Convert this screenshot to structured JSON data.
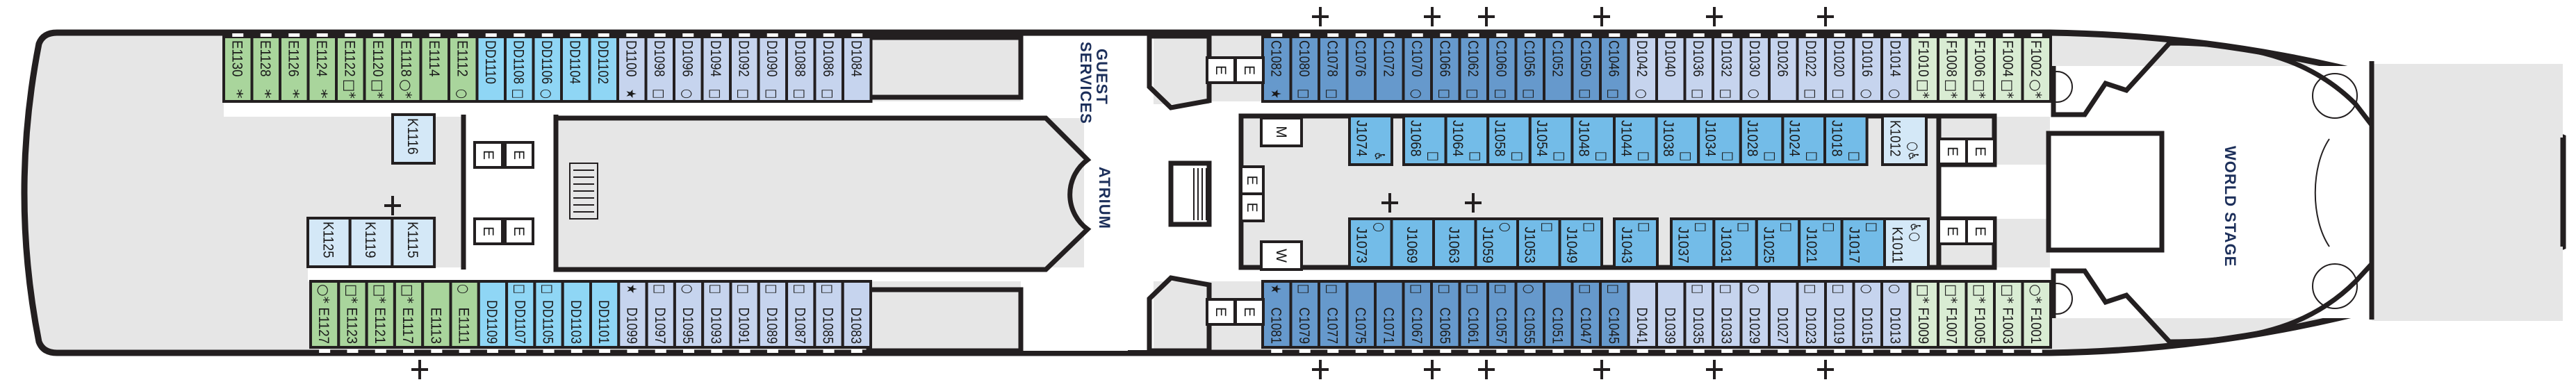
{
  "colors": {
    "E": "#a9d59c",
    "F": "#d9ecd3",
    "DD": "#8fd6f5",
    "D": "#c6d4ee",
    "C": "#6699cc",
    "J": "#73bce8",
    "K": "#d4e8f7",
    "public_area": "#e6e6e6",
    "wall": "#231f20"
  },
  "venues": {
    "guest_services_line1": "GUEST",
    "guest_services_line2": "SERVICES",
    "atrium": "ATRIUM",
    "world_stage": "WORLD STAGE"
  },
  "facility_labels": {
    "elevator": "E",
    "men": "M",
    "women": "W"
  },
  "symbol_glyphs": {
    "square": "□",
    "circle": "○",
    "star": "★",
    "asterisk": "*",
    "accessible": "♿"
  },
  "aft_top": [
    {
      "id": "E1130",
      "sym": "*"
    },
    {
      "id": "E1128",
      "sym": "*"
    },
    {
      "id": "E1126",
      "sym": "*"
    },
    {
      "id": "E1124",
      "sym": "*"
    },
    {
      "id": "E1122",
      "sym": "□*"
    },
    {
      "id": "E1120",
      "sym": "□*"
    },
    {
      "id": "E1118",
      "sym": "○*"
    },
    {
      "id": "E1114",
      "sym": ""
    },
    {
      "id": "E1112",
      "sym": "○"
    },
    {
      "id": "DD1110",
      "sym": ""
    },
    {
      "id": "DD1108",
      "sym": "□"
    },
    {
      "id": "DD1106",
      "sym": "○"
    },
    {
      "id": "DD1104",
      "sym": ""
    },
    {
      "id": "DD1102",
      "sym": ""
    },
    {
      "id": "D1100",
      "sym": "★"
    },
    {
      "id": "D1098",
      "sym": "□"
    },
    {
      "id": "D1096",
      "sym": "○"
    },
    {
      "id": "D1094",
      "sym": "□"
    },
    {
      "id": "D1092",
      "sym": "□"
    },
    {
      "id": "D1090",
      "sym": "□"
    },
    {
      "id": "D1088",
      "sym": "□"
    },
    {
      "id": "D1086",
      "sym": "□"
    },
    {
      "id": "D1084",
      "sym": ""
    }
  ],
  "aft_bottom": [
    {
      "id": "E1127",
      "sym": "○*"
    },
    {
      "id": "E1123",
      "sym": "□*"
    },
    {
      "id": "E1121",
      "sym": "□*"
    },
    {
      "id": "E1117",
      "sym": "□*"
    },
    {
      "id": "E1113",
      "sym": ""
    },
    {
      "id": "E1111",
      "sym": "○"
    },
    {
      "id": "DD1109",
      "sym": ""
    },
    {
      "id": "DD1107",
      "sym": "□"
    },
    {
      "id": "DD1105",
      "sym": "□"
    },
    {
      "id": "DD1103",
      "sym": ""
    },
    {
      "id": "DD1101",
      "sym": ""
    },
    {
      "id": "D1099",
      "sym": "★"
    },
    {
      "id": "D1097",
      "sym": "□"
    },
    {
      "id": "D1095",
      "sym": "○"
    },
    {
      "id": "D1093",
      "sym": "□"
    },
    {
      "id": "D1091",
      "sym": "□"
    },
    {
      "id": "D1089",
      "sym": "□"
    },
    {
      "id": "D1087",
      "sym": "□"
    },
    {
      "id": "D1085",
      "sym": "□"
    },
    {
      "id": "D1083",
      "sym": ""
    }
  ],
  "aft_inner_top": [
    {
      "id": "K1116",
      "sym": ""
    }
  ],
  "aft_inner_bottom": [
    {
      "id": "K1125",
      "sym": ""
    },
    {
      "id": "K1119",
      "sym": ""
    },
    {
      "id": "K1115",
      "sym": ""
    }
  ],
  "fwd_top": [
    {
      "id": "C1082",
      "sym": "★"
    },
    {
      "id": "C1080",
      "sym": "□"
    },
    {
      "id": "C1078",
      "sym": "□"
    },
    {
      "id": "C1076",
      "sym": ""
    },
    {
      "id": "C1072",
      "sym": ""
    },
    {
      "id": "C1070",
      "sym": "○"
    },
    {
      "id": "C1066",
      "sym": "□"
    },
    {
      "id": "C1062",
      "sym": "□"
    },
    {
      "id": "C1060",
      "sym": "□"
    },
    {
      "id": "C1056",
      "sym": "□"
    },
    {
      "id": "C1052",
      "sym": ""
    },
    {
      "id": "C1050",
      "sym": "□"
    },
    {
      "id": "C1046",
      "sym": "□"
    },
    {
      "id": "D1042",
      "sym": "○"
    },
    {
      "id": "D1040",
      "sym": ""
    },
    {
      "id": "D1036",
      "sym": "□"
    },
    {
      "id": "D1032",
      "sym": "□"
    },
    {
      "id": "D1030",
      "sym": "○"
    },
    {
      "id": "D1026",
      "sym": ""
    },
    {
      "id": "D1022",
      "sym": "□"
    },
    {
      "id": "D1020",
      "sym": "□"
    },
    {
      "id": "D1016",
      "sym": "○"
    },
    {
      "id": "D1014",
      "sym": "○"
    },
    {
      "id": "F1010",
      "sym": "□*"
    },
    {
      "id": "F1008",
      "sym": "□*"
    },
    {
      "id": "F1006",
      "sym": "□*"
    },
    {
      "id": "F1004",
      "sym": "□*"
    },
    {
      "id": "F1002",
      "sym": "○*"
    }
  ],
  "fwd_bottom": [
    {
      "id": "C1081",
      "sym": "★"
    },
    {
      "id": "C1079",
      "sym": "□"
    },
    {
      "id": "C1077",
      "sym": "□"
    },
    {
      "id": "C1075",
      "sym": ""
    },
    {
      "id": "C1071",
      "sym": ""
    },
    {
      "id": "C1067",
      "sym": "□"
    },
    {
      "id": "C1065",
      "sym": "□"
    },
    {
      "id": "C1061",
      "sym": "□"
    },
    {
      "id": "C1057",
      "sym": "□"
    },
    {
      "id": "C1055",
      "sym": "○"
    },
    {
      "id": "C1051",
      "sym": ""
    },
    {
      "id": "C1047",
      "sym": "□"
    },
    {
      "id": "C1045",
      "sym": "□"
    },
    {
      "id": "D1041",
      "sym": ""
    },
    {
      "id": "D1039",
      "sym": ""
    },
    {
      "id": "D1035",
      "sym": "□"
    },
    {
      "id": "D1033",
      "sym": "□"
    },
    {
      "id": "D1029",
      "sym": "○"
    },
    {
      "id": "D1027",
      "sym": ""
    },
    {
      "id": "D1023",
      "sym": "□"
    },
    {
      "id": "D1019",
      "sym": "□"
    },
    {
      "id": "D1015",
      "sym": "○"
    },
    {
      "id": "D1013",
      "sym": "○"
    },
    {
      "id": "F1009",
      "sym": "□*"
    },
    {
      "id": "F1007",
      "sym": "□*"
    },
    {
      "id": "F1005",
      "sym": "□*"
    },
    {
      "id": "F1003",
      "sym": "□*"
    },
    {
      "id": "F1001",
      "sym": "○*"
    }
  ],
  "inner_top": [
    {
      "id": "J1074",
      "sym": "♿"
    },
    {
      "id": "J1068",
      "sym": "□"
    },
    {
      "id": "J1064",
      "sym": "□"
    },
    {
      "id": "J1058",
      "sym": "□"
    },
    {
      "id": "J1054",
      "sym": "□"
    },
    {
      "id": "J1048",
      "sym": "□"
    },
    {
      "id": "J1044",
      "sym": "□"
    },
    {
      "id": "J1038",
      "sym": "□"
    },
    {
      "id": "J1034",
      "sym": "□"
    },
    {
      "id": "J1028",
      "sym": "□"
    },
    {
      "id": "J1024",
      "sym": "□"
    },
    {
      "id": "J1018",
      "sym": "□"
    },
    {
      "id": "K1012",
      "sym": "○♿"
    }
  ],
  "inner_bottom": [
    {
      "id": "J1073",
      "sym": "○"
    },
    {
      "id": "J1069",
      "sym": ""
    },
    {
      "id": "J1063",
      "sym": ""
    },
    {
      "id": "J1059",
      "sym": "○"
    },
    {
      "id": "J1053",
      "sym": "□"
    },
    {
      "id": "J1049",
      "sym": "□"
    },
    {
      "id": "J1043",
      "sym": "□"
    },
    {
      "id": "J1037",
      "sym": "□"
    },
    {
      "id": "J1031",
      "sym": "□"
    },
    {
      "id": "J1025",
      "sym": "□"
    },
    {
      "id": "J1021",
      "sym": "□"
    },
    {
      "id": "J1017",
      "sym": "□"
    },
    {
      "id": "K1011",
      "sym": "♿○"
    }
  ]
}
